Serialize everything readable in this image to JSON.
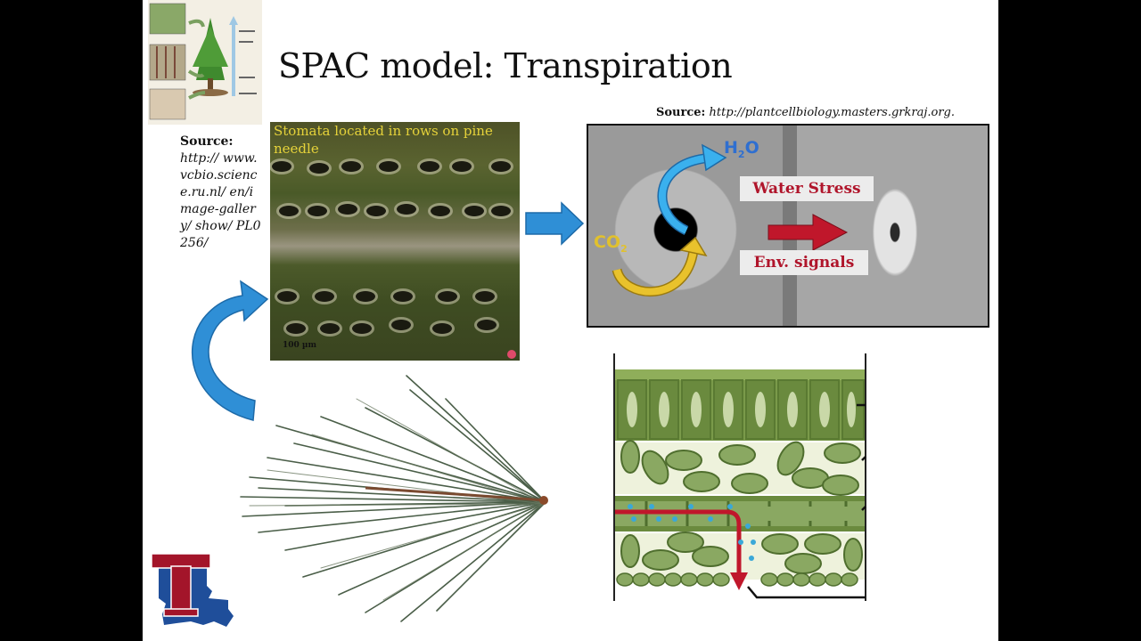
{
  "slide": {
    "title": "SPAC model: Transpiration",
    "source_left": {
      "label": "Source:",
      "url": "http:// www.vcbio.science.ru.nl/ en/image-gallery/ show/ PL0256/"
    },
    "source_right": {
      "label": "Source:",
      "url": "http://plantcellbiology.masters.grkraj.org."
    },
    "stomata_photo": {
      "caption": "Stomata located in rows on pine needle",
      "scale_bar": "100 µm"
    },
    "sem_image": {
      "h2o_label": "H",
      "h2o_sub": "2",
      "h2o_tail": "O",
      "co2_label": "CO",
      "co2_sub": "2",
      "label_top": "Water Stress",
      "label_bottom": "Env. signals"
    },
    "colors": {
      "blue_arrow": "#2f8fd6",
      "red_arrow": "#c0172b",
      "caption_yellow": "#e5d23a",
      "label_red": "#b0152b",
      "logo_red": "#a3152a",
      "logo_blue": "#1f4e9a"
    }
  }
}
